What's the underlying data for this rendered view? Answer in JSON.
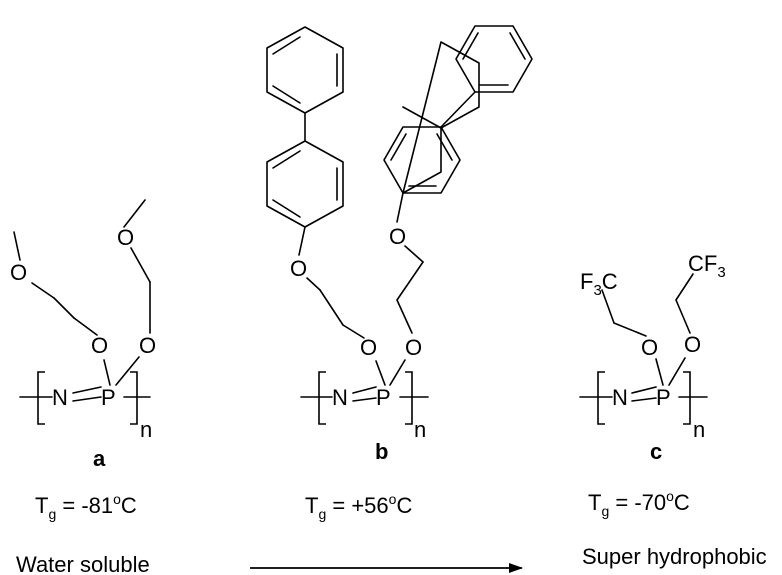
{
  "atoms": {
    "nitrogen": "N",
    "phosphorus": "P",
    "oxygen": "O",
    "repeat_index": "n",
    "f3c_main": "F",
    "f3c_sub": "3",
    "f3c_tail": "C",
    "cf3_main": "CF",
    "cf3_sub": "3"
  },
  "polymers": [
    {
      "label": "a",
      "tg_prefix": "T",
      "tg_sub": "g",
      "tg_value": " = -81",
      "tg_deg": "o",
      "tg_unit": "C"
    },
    {
      "label": "b",
      "tg_prefix": "T",
      "tg_sub": "g",
      "tg_value": " = +56",
      "tg_deg": "o",
      "tg_unit": "C"
    },
    {
      "label": "c",
      "tg_prefix": "T",
      "tg_sub": "g",
      "tg_value": " = -70",
      "tg_deg": "o",
      "tg_unit": "C"
    }
  ],
  "trend": {
    "left_caption": "Water soluble",
    "right_caption": "Super hydrophobic"
  }
}
